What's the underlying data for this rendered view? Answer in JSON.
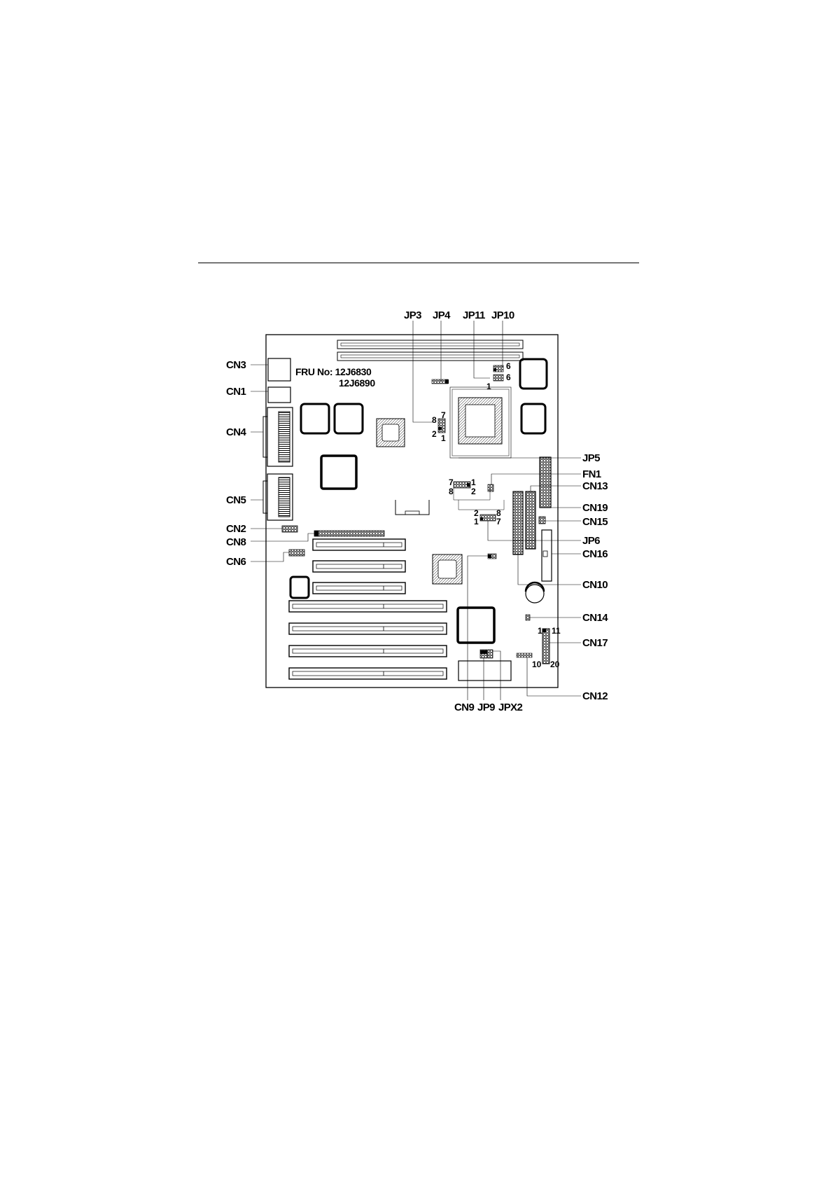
{
  "fru": {
    "line1": "FRU No: 12J6830",
    "line2": "12J6890"
  },
  "labels": {
    "jp3": "JP3",
    "jp4": "JP4",
    "jp11": "JP11",
    "jp10": "JP10",
    "cn3": "CN3",
    "cn1": "CN1",
    "cn4": "CN4",
    "cn5": "CN5",
    "cn2": "CN2",
    "cn8": "CN8",
    "cn6": "CN6",
    "jp5": "JP5",
    "fn1": "FN1",
    "cn13": "CN13",
    "cn19": "CN19",
    "cn15": "CN15",
    "jp6": "JP6",
    "cn16": "CN16",
    "cn10": "CN10",
    "cn14": "CN14",
    "cn17": "CN17",
    "cn12": "CN12",
    "cn9": "CN9",
    "jp9": "JP9",
    "jpx2": "JPX2"
  },
  "pins": {
    "jp10_a": "6",
    "jp10_b": "6",
    "jp10_c": "1",
    "jp3_8": "8",
    "jp3_7": "7",
    "jp3_2": "2",
    "jp3_1": "1",
    "jp5_7": "7",
    "jp5_1": "1",
    "jp5_8": "8",
    "jp5_2": "2",
    "jp6_2": "2",
    "jp6_8": "8",
    "jp6_1": "1",
    "jp6_7": "7",
    "cn17_1": "1",
    "cn17_11": "11",
    "cn17_10": "10",
    "cn17_20": "20"
  }
}
